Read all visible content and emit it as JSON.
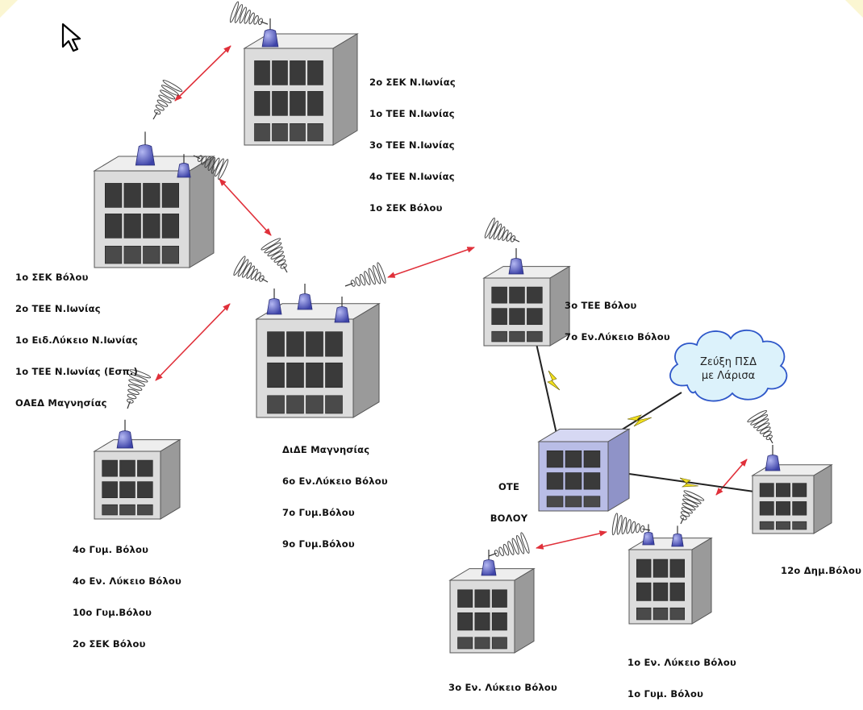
{
  "sites": [
    {
      "id": "top",
      "lines": [
        "2ο ΣΕΚ Ν.Ιωνίας",
        "1ο ΤΕΕ Ν.Ιωνίας",
        "3ο ΤΕΕ Ν.Ιωνίας",
        "4ο ΤΕΕ Ν.Ιωνίας",
        "1ο ΣΕΚ Βόλου"
      ]
    },
    {
      "id": "left-upper",
      "lines": [
        "1ο ΣΕΚ Βόλου",
        "2ο ΤΕΕ Ν.Ιωνίας",
        "1ο Ειδ.Λύκειο Ν.Ιωνίας",
        "1ο ΤΕΕ Ν.Ιωνίας (Εσπ.)",
        "ΟΑΕΔ Μαγνησίας"
      ]
    },
    {
      "id": "center",
      "lines": [
        "ΔιΔΕ Μαγνησίας",
        "6ο Εν.Λύκειο Βόλου",
        "7ο Γυμ.Βόλου",
        "9ο Γυμ.Βόλου"
      ]
    },
    {
      "id": "left-lower",
      "lines": [
        "4ο Γυμ. Βόλου",
        "4ο Εν. Λύκειο Βόλου",
        "10ο Γυμ.Βόλου",
        "2ο ΣΕΚ Βόλου"
      ]
    },
    {
      "id": "right-upper",
      "lines": [
        "3ο ΤΕΕ Βόλου",
        "7ο Εν.Λύκειο Βόλου"
      ]
    },
    {
      "id": "ote",
      "lines": [
        "ΟΤΕ",
        "ΒΟΛΟΥ"
      ]
    },
    {
      "id": "right-far",
      "lines": [
        "12ο Δημ.Βόλου"
      ]
    },
    {
      "id": "bottom-right",
      "lines": [
        "1ο Εν. Λύκειο Βόλου",
        "1ο Γυμ. Βόλου"
      ]
    },
    {
      "id": "bottom-left",
      "lines": [
        "3ο Εν. Λύκειο Βόλου"
      ]
    }
  ],
  "cloud": {
    "lines": [
      "Ζεύξη ΠΣΔ",
      "με Λάρισα"
    ]
  },
  "colors": {
    "wireless_link": "#e0303a",
    "building_face": "#dcdcdc",
    "building_side": "#9a9a9a",
    "building_roof": "#eeeeee",
    "ote_building": "#b9bde6",
    "antenna": "#5d63c9",
    "cloud_fill": "#dcf2fb",
    "cloud_stroke": "#2e57c9",
    "leased_line": "#222222",
    "lightning": "#f2e020",
    "corner_tint": "#fbf6d2"
  },
  "icons": [
    "cursor-arrow-icon",
    "building-icon",
    "antenna-icon",
    "dish-icon",
    "cloud-icon",
    "lightning-icon"
  ]
}
